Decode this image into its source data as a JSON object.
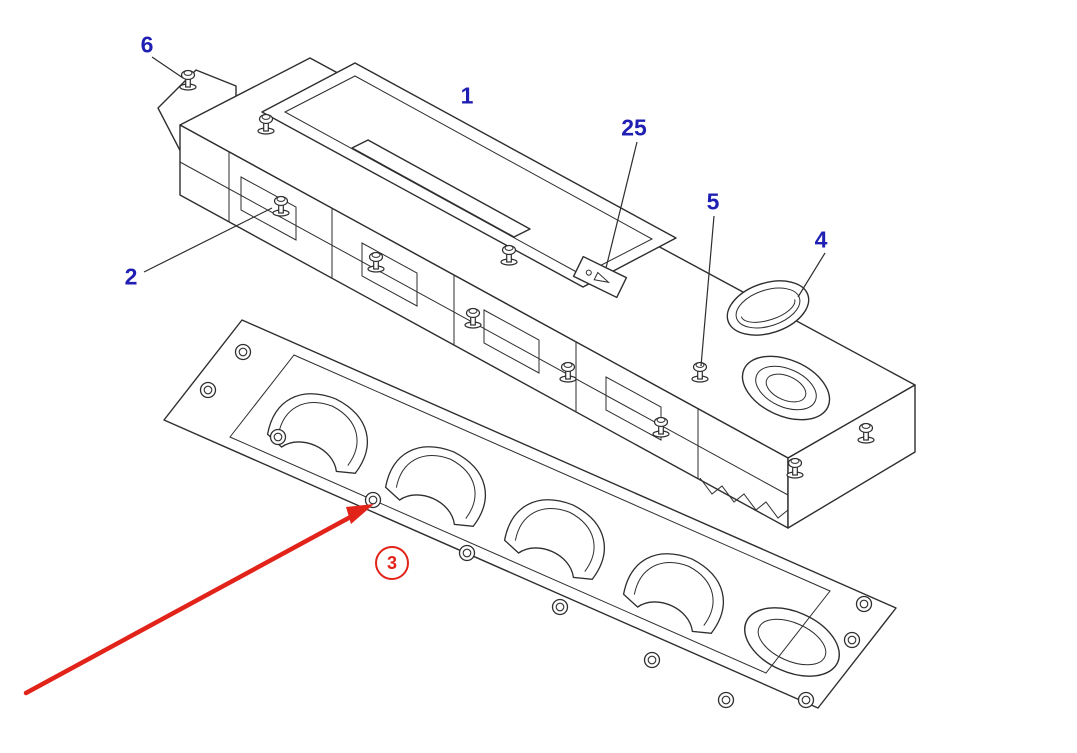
{
  "colors": {
    "label_blue": "#1f1fb4",
    "line_dark": "#2e2e2e",
    "arrow_red": "#e2231a",
    "background": "#ffffff"
  },
  "callouts": {
    "c1": {
      "label": "1",
      "style": "plain-blue"
    },
    "c2": {
      "label": "2",
      "style": "plain-blue"
    },
    "c3": {
      "label": "3",
      "style": "circled-red"
    },
    "c4": {
      "label": "4",
      "style": "plain-blue"
    },
    "c5": {
      "label": "5",
      "style": "plain-blue"
    },
    "c6": {
      "label": "6",
      "style": "plain-blue"
    },
    "c25": {
      "label": "25",
      "style": "plain-blue"
    }
  }
}
